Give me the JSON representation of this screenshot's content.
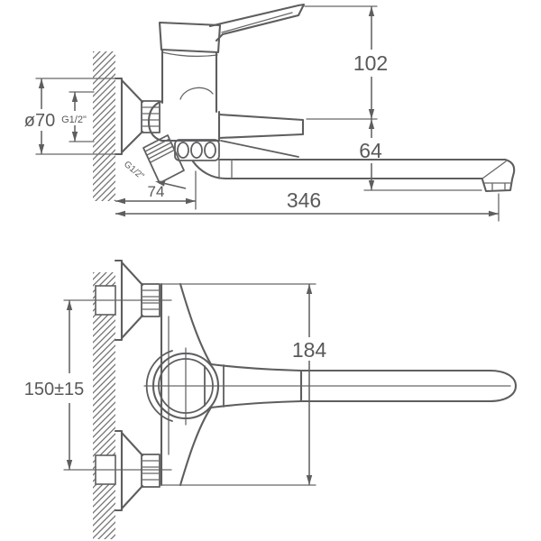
{
  "colors": {
    "line": "#5d5e60",
    "background": "#ffffff"
  },
  "side": {
    "dim_102": "102",
    "dim_64": "64",
    "dim_346": "346",
    "dim_74": "74",
    "dim_dia70": "ø70",
    "thread_wall": "G1/2\"",
    "thread_shower": "G1/2\""
  },
  "plan": {
    "dim_184": "184",
    "dim_150": "150±15"
  }
}
